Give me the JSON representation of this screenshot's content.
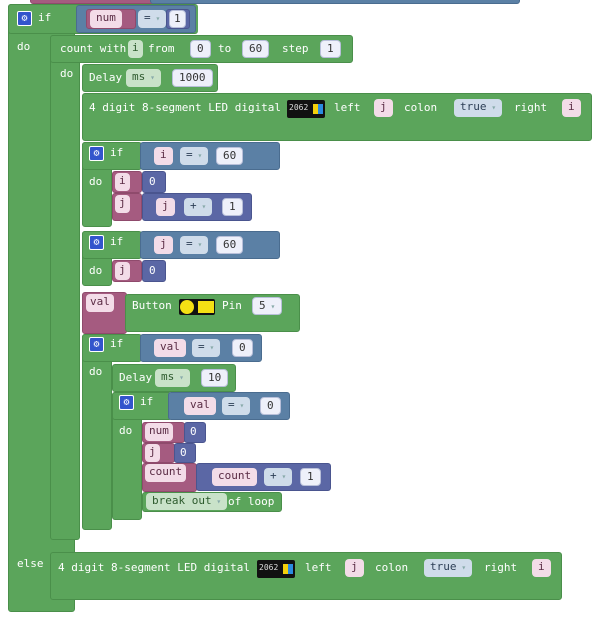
{
  "outer_if": {
    "if": "if",
    "do": "do",
    "else": "else",
    "cond": {
      "var": "num",
      "op": "=",
      "value": "1"
    }
  },
  "count_loop": {
    "label": "count with",
    "var": "i",
    "from_label": "from",
    "from": "0",
    "to_label": "to",
    "to": "60",
    "step_label": "step",
    "step": "1",
    "do": "do"
  },
  "delay1": {
    "label": "Delay",
    "unit": "ms",
    "value": "1000"
  },
  "led1": {
    "label": "4 digit 8-segment LED digital",
    "left_label": "left",
    "left": "j",
    "colon_label": "colon",
    "colon": "true",
    "right_label": "right",
    "right": "i",
    "image_text": "2062"
  },
  "if_i": {
    "if": "if",
    "do": "do",
    "cond": {
      "var": "i",
      "op": "=",
      "value": "60"
    },
    "set1": {
      "var": "i",
      "value": "0"
    },
    "set2": {
      "var": "j",
      "lhs": "j",
      "op": "+",
      "value": "1"
    }
  },
  "if_j": {
    "if": "if",
    "do": "do",
    "cond": {
      "var": "j",
      "op": "=",
      "value": "60"
    },
    "set1": {
      "var": "j",
      "value": "0"
    }
  },
  "button": {
    "var": "val",
    "label": "Button",
    "pin_label": "Pin",
    "pin": "5"
  },
  "if_val": {
    "if": "if",
    "do": "do",
    "cond": {
      "var": "val",
      "op": "=",
      "value": "0"
    }
  },
  "delay2": {
    "label": "Delay",
    "unit": "ms",
    "value": "10"
  },
  "if_val2": {
    "if": "if",
    "do": "do",
    "cond": {
      "var": "val",
      "op": "=",
      "value": "0"
    },
    "set_num": {
      "var": "num",
      "value": "0"
    },
    "set_j": {
      "var": "j",
      "value": "0"
    },
    "set_count": {
      "var": "count",
      "lhs": "count",
      "op": "+",
      "value": "1"
    },
    "break": {
      "option": "break out",
      "suffix": "of loop"
    }
  },
  "led2": {
    "label": "4 digit 8-segment LED digital",
    "left_label": "left",
    "left": "j",
    "colon_label": "colon",
    "colon": "true",
    "right_label": "right",
    "right": "i",
    "image_text": "2062"
  }
}
